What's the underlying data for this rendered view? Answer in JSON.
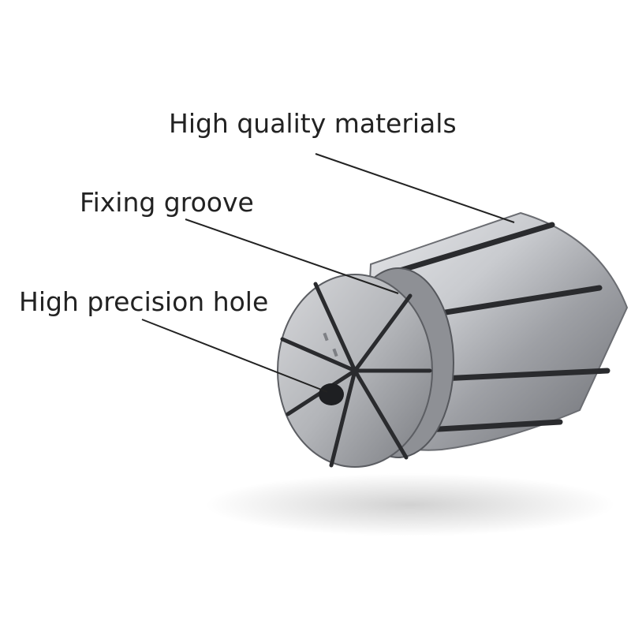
{
  "callouts": [
    {
      "label": "High quality materials"
    },
    {
      "label": "Fixing groove"
    },
    {
      "label": "High precision hole"
    }
  ],
  "colors": {
    "background": "#ffffff",
    "text": "#222222",
    "leader_line": "#222222",
    "metal_light": "#dcdde0",
    "metal_mid": "#a7a9ae",
    "metal_dark": "#5c5e63",
    "slot": "#2a2b2e"
  }
}
